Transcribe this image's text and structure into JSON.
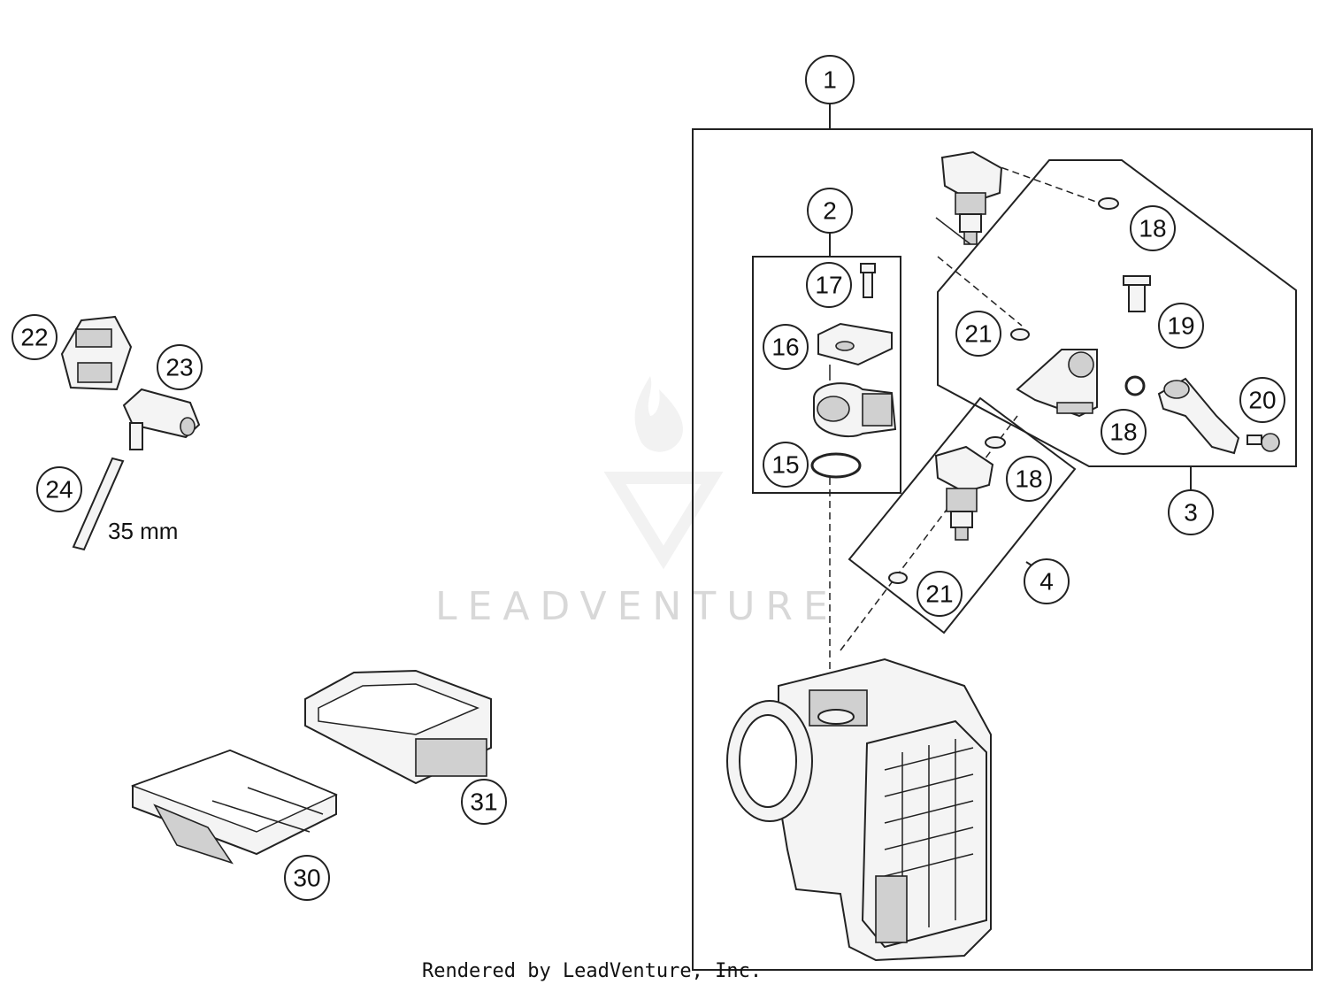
{
  "callouts": {
    "c1": "1",
    "c2": "2",
    "c3": "3",
    "c4": "4",
    "c15": "15",
    "c16": "16",
    "c17": "17",
    "c18a": "18",
    "c18b": "18",
    "c18c": "18",
    "c19": "19",
    "c20": "20",
    "c21a": "21",
    "c21b": "21",
    "c22": "22",
    "c23": "23",
    "c24": "24",
    "c30": "30",
    "c31": "31"
  },
  "dimension": "35 mm",
  "watermark": "LEADVENTURE",
  "credit": "Rendered by LeadVenture, Inc."
}
